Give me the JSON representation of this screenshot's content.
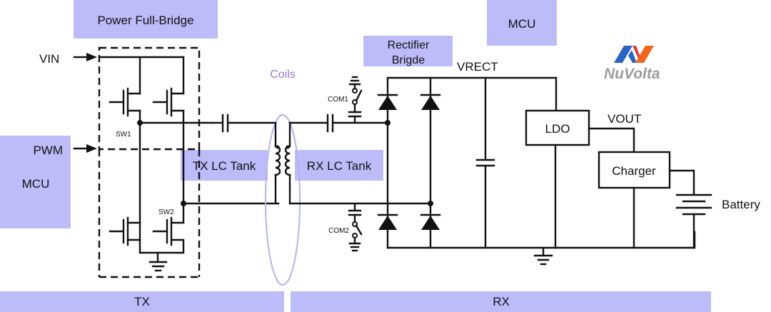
{
  "title": "Wireless Charging System Block Diagram",
  "colors": {
    "highlight": "#bcbcf9",
    "coils_label": "#9b77cf",
    "coil_ellipse": "#b0b6ea",
    "logo_blue": "#2a63c4",
    "logo_orange": "#f2661c",
    "logo_text": "#9d9d9d",
    "wire": "#111111"
  },
  "blocks": {
    "power_full_bridge": "Power Full-Bridge",
    "mcu_tx": "MCU",
    "mcu_rx": "MCU",
    "rectifier_line1": "Rectifier",
    "rectifier_line2": "Brigde",
    "tx_lc_tank": "TX LC Tank",
    "rx_lc_tank": "RX LC Tank",
    "ldo": "LDO",
    "charger": "Charger"
  },
  "signals": {
    "vin": "VIN",
    "pwm": "PWM",
    "sw1": "SW1",
    "sw2": "SW2",
    "coils": "Coils",
    "com1": "COM1",
    "com2": "COM2",
    "vrect": "VRECT",
    "vout": "VOUT",
    "battery": "Battery"
  },
  "sections": {
    "tx": "TX",
    "rx": "RX"
  },
  "logo": {
    "text": "NuVolta"
  }
}
